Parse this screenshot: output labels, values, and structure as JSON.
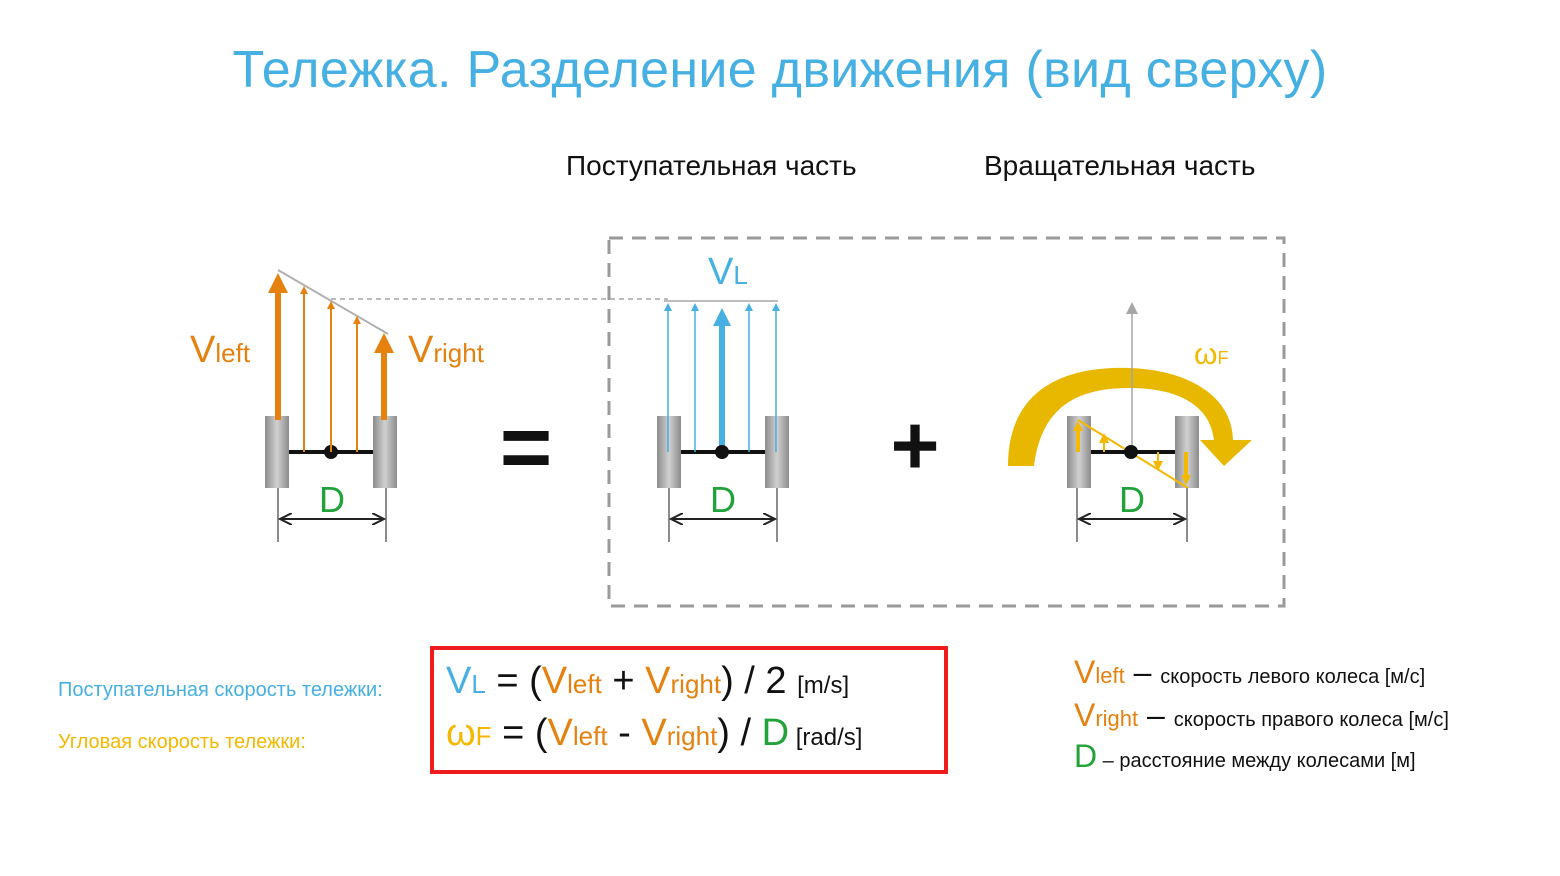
{
  "title": "Тележка. Разделение движения (вид сверху)",
  "headings": {
    "translational": "Поступательная часть",
    "rotational": "Вращательная часть"
  },
  "diagram": {
    "v_symbol": "V",
    "left_sub": "left",
    "right_sub": "right",
    "l_sub": "L",
    "d_label": "D",
    "omega_symbol": "ω",
    "f_sub": "F",
    "equals": "=",
    "plus": "+"
  },
  "formulas": {
    "line1": {
      "v": "V",
      "l": "L",
      "eq": " = (",
      "vleft_v": "V",
      "left": "left",
      "plus": " + ",
      "vright_v": "V",
      "right": "right",
      "tail": ") / 2 ",
      "unit": "[m/s]"
    },
    "line2": {
      "omega": "ω",
      "f": "F",
      "eq": " = (",
      "vleft_v": "V",
      "left": "left",
      "minus": " - ",
      "vright_v": "V",
      "right": "right",
      "tail": ") / ",
      "d": "D",
      "unit": " [rad/s]"
    }
  },
  "labels": {
    "translational_speed": "Поступательная скорость тележки:",
    "angular_speed": "Угловая скорость тележки:"
  },
  "legend": {
    "vleft": {
      "v": "V",
      "sub": "left",
      "dash": " – ",
      "text": "скорость левого колеса [м/с]"
    },
    "vright": {
      "v": "V",
      "sub": "right",
      "dash": " – ",
      "text": "скорость правого колеса [м/с]"
    },
    "d": {
      "sym": "D",
      "text": " – расстояние между колесами [м]"
    }
  },
  "colors": {
    "title": "#45b0e1",
    "orange": "#e5810f",
    "blue": "#45b0e1",
    "yellow": "#f5b800",
    "green": "#22a33a",
    "red_box": "#ee1c1c",
    "wheel": "#a6a6a6"
  }
}
